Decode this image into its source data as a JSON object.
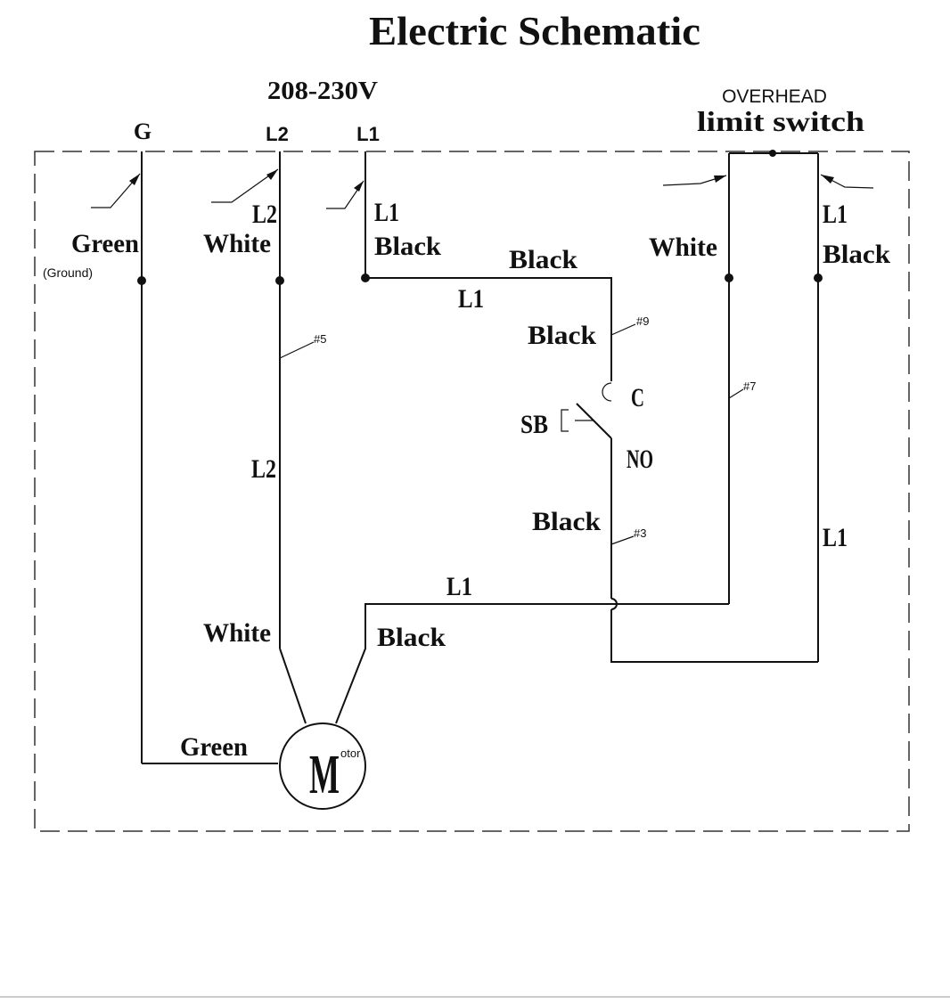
{
  "title": "Electric Schematic",
  "voltage": "208-230V",
  "terminals": {
    "g": "G",
    "l2": "L2",
    "l1": "L1"
  },
  "overhead": {
    "line1": "OVERHEAD",
    "line2": "limit switch"
  },
  "labels": {
    "green": "Green",
    "ground": "(Ground)",
    "l2_top": "L2",
    "white_left_top": "White",
    "l1_top": "L1",
    "black_left_top": "Black",
    "black_top_run": "Black",
    "l1_top_run": "L1",
    "black_sw_in": "Black",
    "wire9": "#9",
    "wire5": "#5",
    "contact_c": "C",
    "sb": "SB",
    "contact_no": "NO",
    "l2_mid": "L2",
    "black_sw_out": "Black",
    "wire3": "#3",
    "white_right": "White",
    "wire7": "#7",
    "l1_right_top": "L1",
    "black_right_top": "Black",
    "l1_right_mid": "L1",
    "l1_bottom_run": "L1",
    "white_motor": "White",
    "black_motor": "Black",
    "green_motor": "Green",
    "motor_m": "M",
    "motor_otor": "otor"
  }
}
